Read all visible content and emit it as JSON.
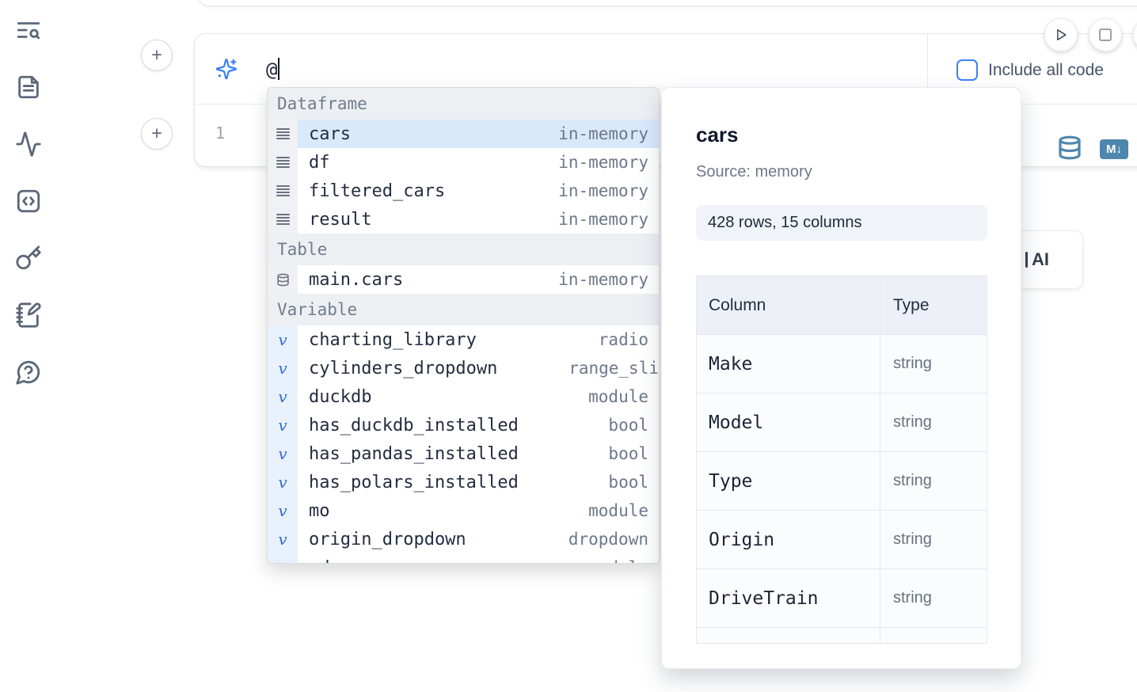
{
  "sidebar": {
    "icons": [
      "text-search",
      "document",
      "activity",
      "code-snippet",
      "key",
      "notebook-pen",
      "help-chat"
    ]
  },
  "editor": {
    "add_cell_label": "+",
    "ai_prompt_value": "@",
    "include_all_code_label": "Include all code",
    "line_number": "1",
    "generate_ai_label": "AI",
    "markdown_icon_label": "M↓"
  },
  "autocomplete": {
    "selected_item": "cars",
    "sections": [
      {
        "label": "Dataframe",
        "items": [
          {
            "name": "cars",
            "type": "in-memory",
            "icon": "rows-icon"
          },
          {
            "name": "df",
            "type": "in-memory",
            "icon": "rows-icon"
          },
          {
            "name": "filtered_cars",
            "type": "in-memory",
            "icon": "rows-icon"
          },
          {
            "name": "result",
            "type": "in-memory",
            "icon": "rows-icon"
          }
        ]
      },
      {
        "label": "Table",
        "items": [
          {
            "name": "main.cars",
            "type": "in-memory",
            "icon": "database-icon"
          }
        ]
      },
      {
        "label": "Variable",
        "items": [
          {
            "name": "charting_library",
            "type": "radio",
            "icon": "variable-icon"
          },
          {
            "name": "cylinders_dropdown",
            "type": "range_sli",
            "icon": "variable-icon"
          },
          {
            "name": "duckdb",
            "type": "module",
            "icon": "variable-icon"
          },
          {
            "name": "has_duckdb_installed",
            "type": "bool",
            "icon": "variable-icon"
          },
          {
            "name": "has_pandas_installed",
            "type": "bool",
            "icon": "variable-icon"
          },
          {
            "name": "has_polars_installed",
            "type": "bool",
            "icon": "variable-icon"
          },
          {
            "name": "mo",
            "type": "module",
            "icon": "variable-icon"
          },
          {
            "name": "origin_dropdown",
            "type": "dropdown",
            "icon": "variable-icon"
          },
          {
            "name": "pd",
            "type": "module",
            "icon": "variable-icon"
          }
        ]
      }
    ]
  },
  "preview": {
    "title": "cars",
    "source": "Source: memory",
    "shape": "428 rows, 15 columns",
    "table": {
      "headers": [
        "Column",
        "Type"
      ],
      "rows": [
        {
          "column": "Make",
          "type": "string"
        },
        {
          "column": "Model",
          "type": "string"
        },
        {
          "column": "Type",
          "type": "string"
        },
        {
          "column": "Origin",
          "type": "string"
        },
        {
          "column": "DriveTrain",
          "type": "string"
        }
      ]
    }
  },
  "colors": {
    "accent": "#3b82f6",
    "steel_blue": "#4e86ad",
    "selection_bg": "#d9e9fc"
  }
}
